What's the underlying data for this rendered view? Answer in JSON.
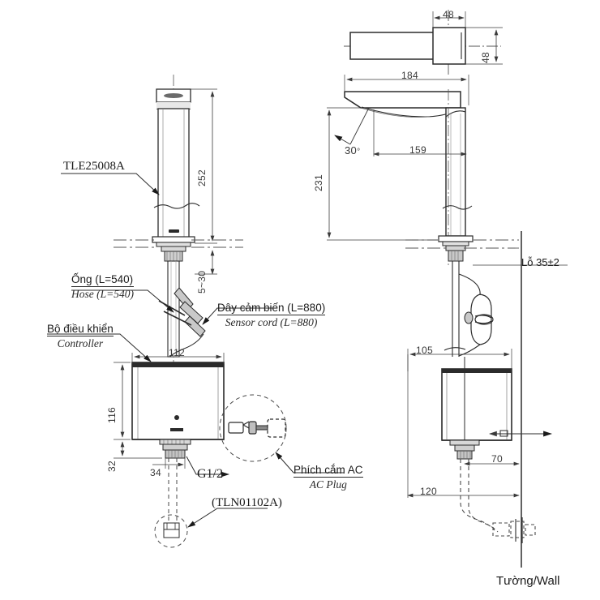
{
  "drawing": {
    "title": "TOTO sensor faucet technical drawing",
    "line_color": "#2b2b2b",
    "dim_color": "#3a3a3a",
    "center_line_color": "#555555",
    "fill_light": "#f2f2f2"
  },
  "labels": {
    "model_code": "TLE25008A",
    "hose_vn": "Ống (L=540)",
    "hose_en": "Hose (L=540)",
    "sensor_cord_vn": "Dây cảm biến (L=880)",
    "sensor_cord_en": "Sensor cord (L=880)",
    "controller_vn": "Bộ điều khiển",
    "controller_en": "Controller",
    "ac_plug_vn": "Phích cắm AC",
    "ac_plug_en": "AC Plug",
    "thread": "G1/2",
    "part_code": "(TLN01102A)",
    "hole": "Lỗ 35±2",
    "wall": "Tường/Wall"
  },
  "dimensions": {
    "left_view": {
      "height_252": "252",
      "range_5_30": "5~30",
      "box_width_112": "112",
      "box_height_116": "116",
      "base_32": "32",
      "stem_34": "34"
    },
    "top_view": {
      "spout_width_48": "48",
      "spout_depth_48": "48"
    },
    "right_view": {
      "reach_184": "184",
      "reach_159": "159",
      "height_231": "231",
      "angle_30": "30",
      "angle_unit": "°",
      "offset_105": "105",
      "offset_70": "70",
      "offset_120": "120"
    }
  }
}
